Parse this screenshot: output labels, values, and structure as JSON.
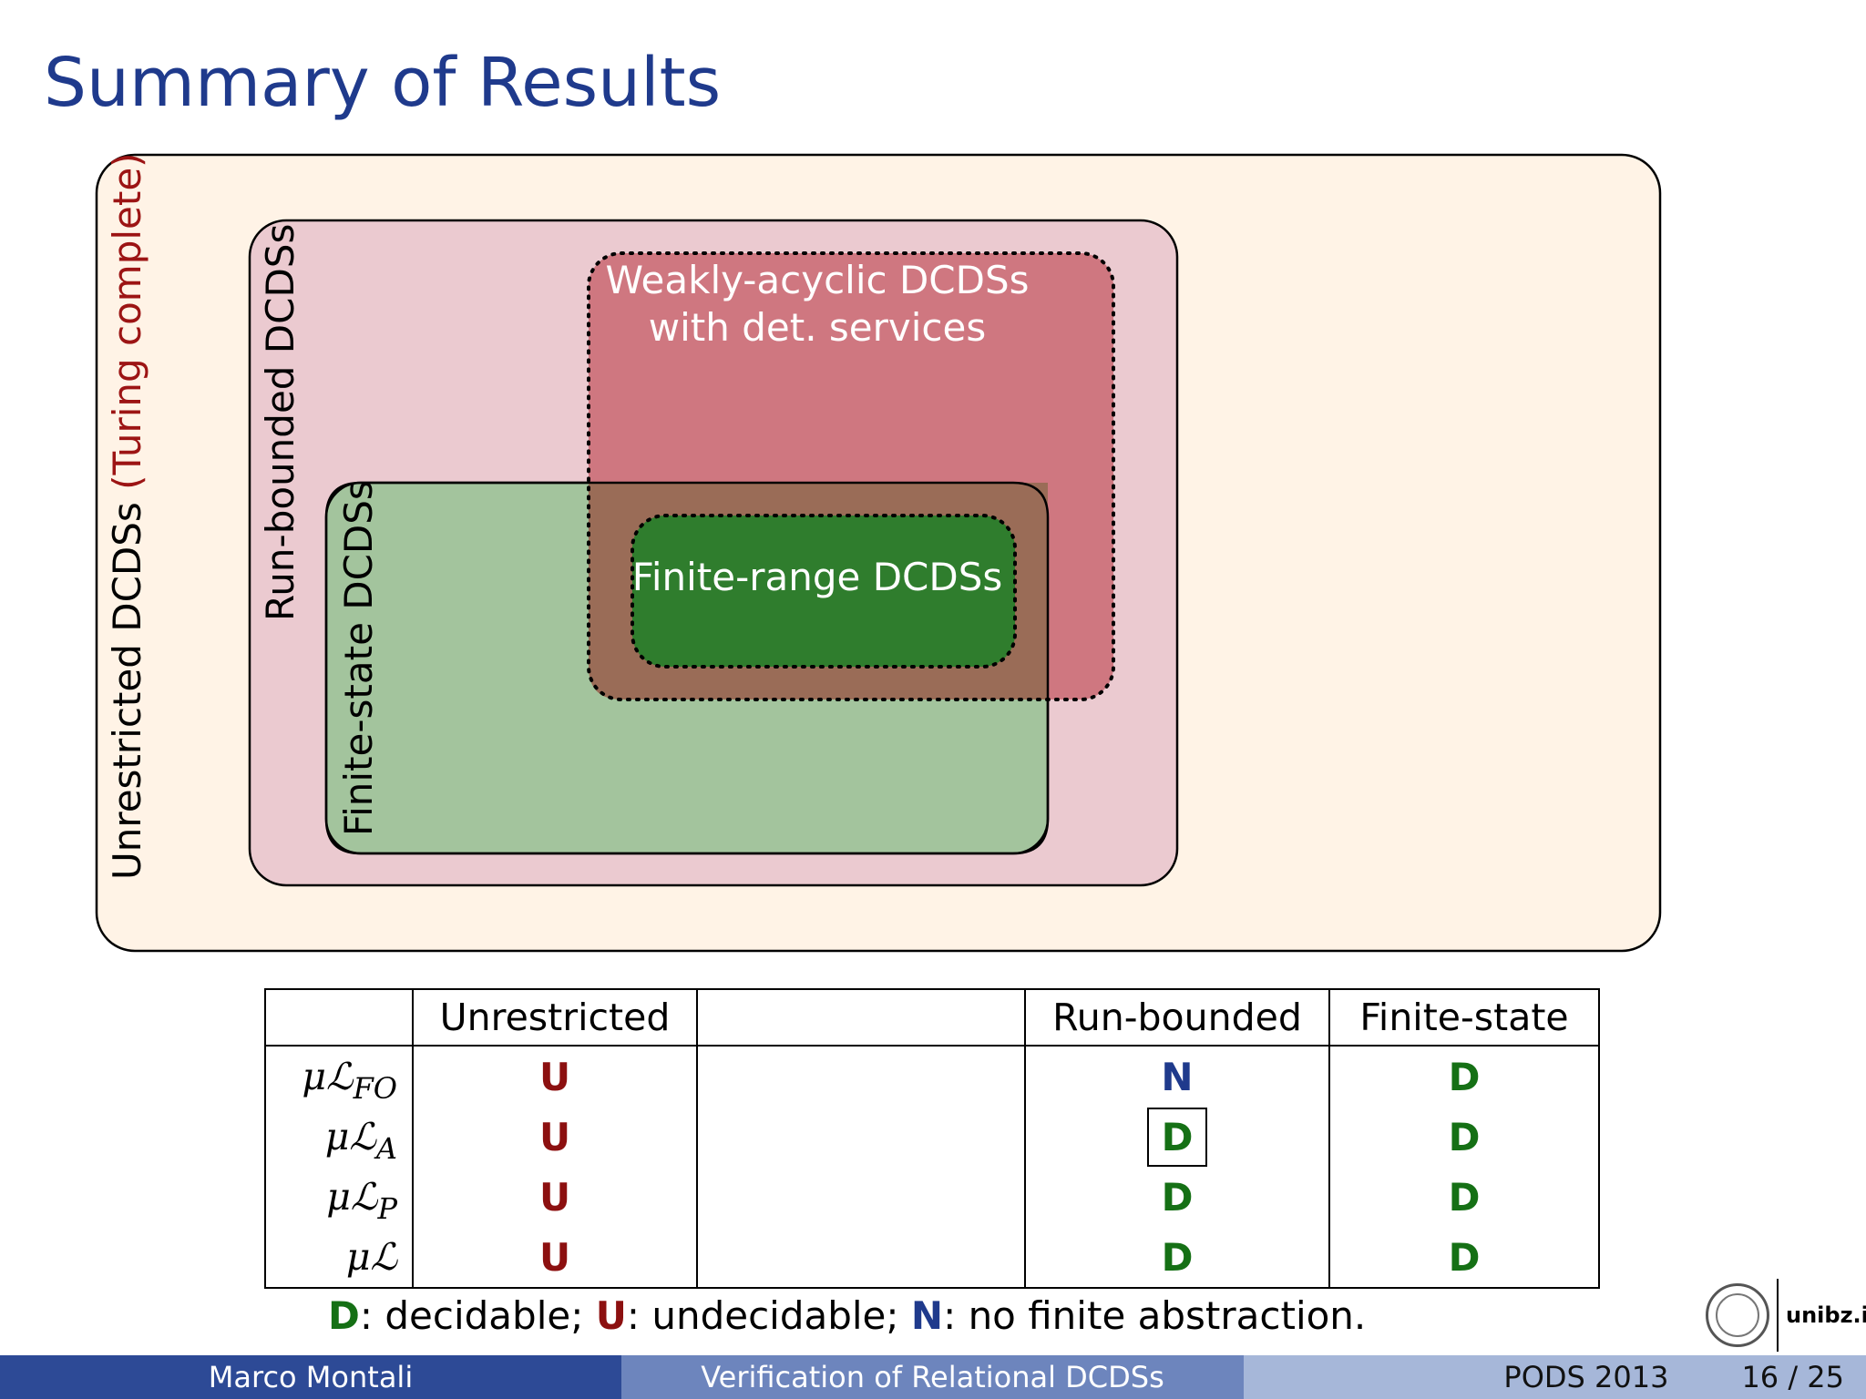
{
  "slide": {
    "title": "Summary of Results"
  },
  "diagram": {
    "unrestricted": {
      "label_main": "Unrestricted DCDSs ",
      "label_accent": "(Turing complete)"
    },
    "run_bounded": {
      "label": "Run-bounded DCDSs"
    },
    "finite_state": {
      "label": "Finite-state DCDSs"
    },
    "weakly_acyclic": {
      "line1": "Weakly-acyclic DCDSs",
      "line2": "with det. services"
    },
    "finite_range": {
      "label": "Finite-range DCDSs"
    },
    "colors": {
      "unrestricted_fill": "#fff3e6",
      "run_bounded_fill": "#ebcad0",
      "finite_state_fill": "#a3c49d",
      "weakly_acyclic_fill": "#cf7780",
      "overlap_fill": "#9a6c57",
      "finite_range_fill": "#2f7d2d",
      "accent_red": "#9c1414"
    }
  },
  "table": {
    "headers": [
      "",
      "Unrestricted",
      "",
      "Run-bounded",
      "Finite-state"
    ],
    "rows": [
      {
        "logic": "μℒ",
        "sub": "FO",
        "cells": [
          "U",
          "",
          "N",
          "D"
        ]
      },
      {
        "logic": "μℒ",
        "sub": "A",
        "cells": [
          "U",
          "",
          "D",
          "D"
        ]
      },
      {
        "logic": "μℒ",
        "sub": "P",
        "cells": [
          "U",
          "",
          "D",
          "D"
        ]
      },
      {
        "logic": "μℒ",
        "sub": "",
        "cells": [
          "U",
          "",
          "D",
          "D"
        ]
      }
    ]
  },
  "legend": {
    "d": "D",
    "d_text": ": decidable; ",
    "u": "U",
    "u_text": ": undecidable; ",
    "n": "N",
    "n_text": ": no finite abstraction."
  },
  "footer": {
    "author": "Marco Montali",
    "talk": "Verification of Relational DCDSs",
    "venue": "PODS 2013",
    "page": "16 / 25"
  },
  "logo": {
    "brand": "unibz.it",
    "icon": "university-seal-icon"
  }
}
